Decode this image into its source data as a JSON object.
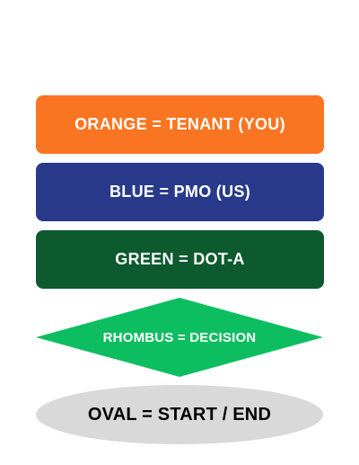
{
  "legend": {
    "orange": {
      "label": "ORANGE = TENANT (YOU)",
      "color": "#FA7521"
    },
    "blue": {
      "label": "BLUE = PMO (US)",
      "color": "#2A3A8A"
    },
    "green": {
      "label": "GREEN = DOT-A",
      "color": "#0E5A2F"
    },
    "rhombus": {
      "label": "RHOMBUS = DECISION",
      "color": "#0DBE61"
    },
    "oval": {
      "label": "OVAL = START / END",
      "color": "#D9D9D9"
    }
  }
}
